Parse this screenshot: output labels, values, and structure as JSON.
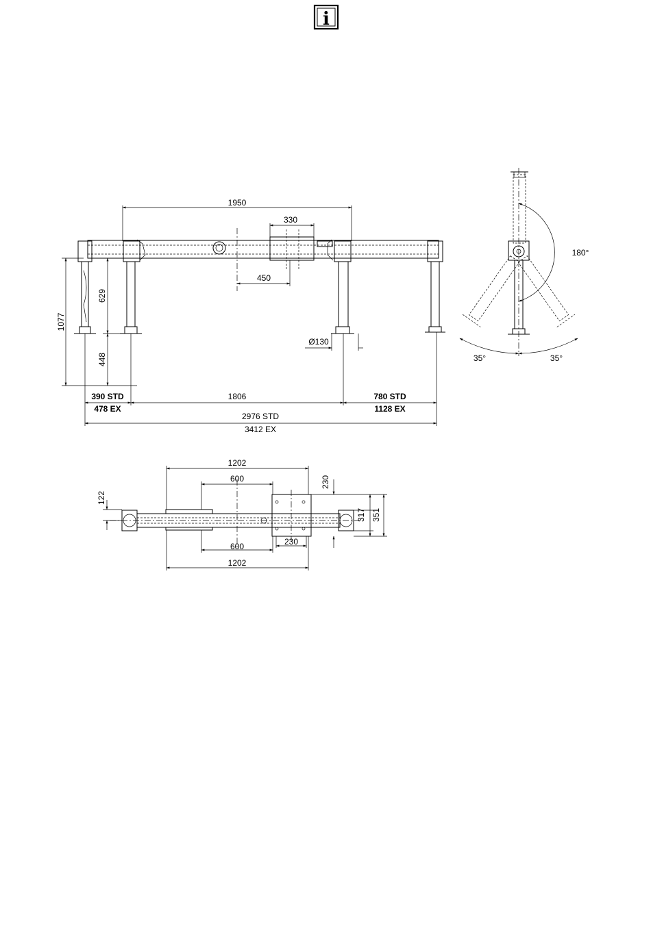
{
  "info_icon": {
    "icon": "info-icon",
    "glyph": "i"
  },
  "front_view": {
    "dim_overall_top": "1950",
    "dim_plate": "330",
    "dim_offset": "450",
    "dim_height_total": "1077",
    "dim_height_upper": "629",
    "dim_height_lower": "448",
    "dim_diameter": "Ø130",
    "dim_left_std": "390 STD",
    "dim_left_ex": "478 EX",
    "dim_center": "1806",
    "dim_right_std": "780 STD",
    "dim_right_ex": "1128 EX",
    "dim_total_std": "2976 STD",
    "dim_total_ex": "3412 EX"
  },
  "side_view": {
    "angle_rotation": "180°",
    "angle_left": "35°",
    "angle_right": "35°"
  },
  "top_view": {
    "dim_top_length": "1202",
    "dim_top_inner": "600",
    "dim_plate_height": "230",
    "dim_left_offset": "122",
    "dim_depth_inner": "317",
    "dim_depth_outer": "351",
    "dim_bottom_inner": "600",
    "dim_plate_width": "230",
    "dim_bottom_length": "1202"
  }
}
